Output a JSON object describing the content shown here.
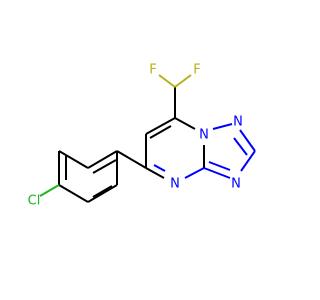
{
  "colors": {
    "carbon": "#000000",
    "nitrogen": "#0000ff",
    "fluorine": "#b3b319",
    "chlorine": "#1eb41e"
  },
  "atoms": {
    "f_left": {
      "label": "F",
      "color": "#b3b319"
    },
    "f_right": {
      "label": "F",
      "color": "#b3b319"
    },
    "n_bridge": {
      "label": "N",
      "color": "#0000ff"
    },
    "n_triazole_top": {
      "label": "N",
      "color": "#0000ff"
    },
    "n_triazole_right": {
      "label": "N",
      "color": "#0000ff"
    },
    "n_pyrimidine": {
      "label": "N",
      "color": "#0000ff"
    },
    "cl": {
      "label": "Cl",
      "color": "#1eb41e"
    }
  }
}
